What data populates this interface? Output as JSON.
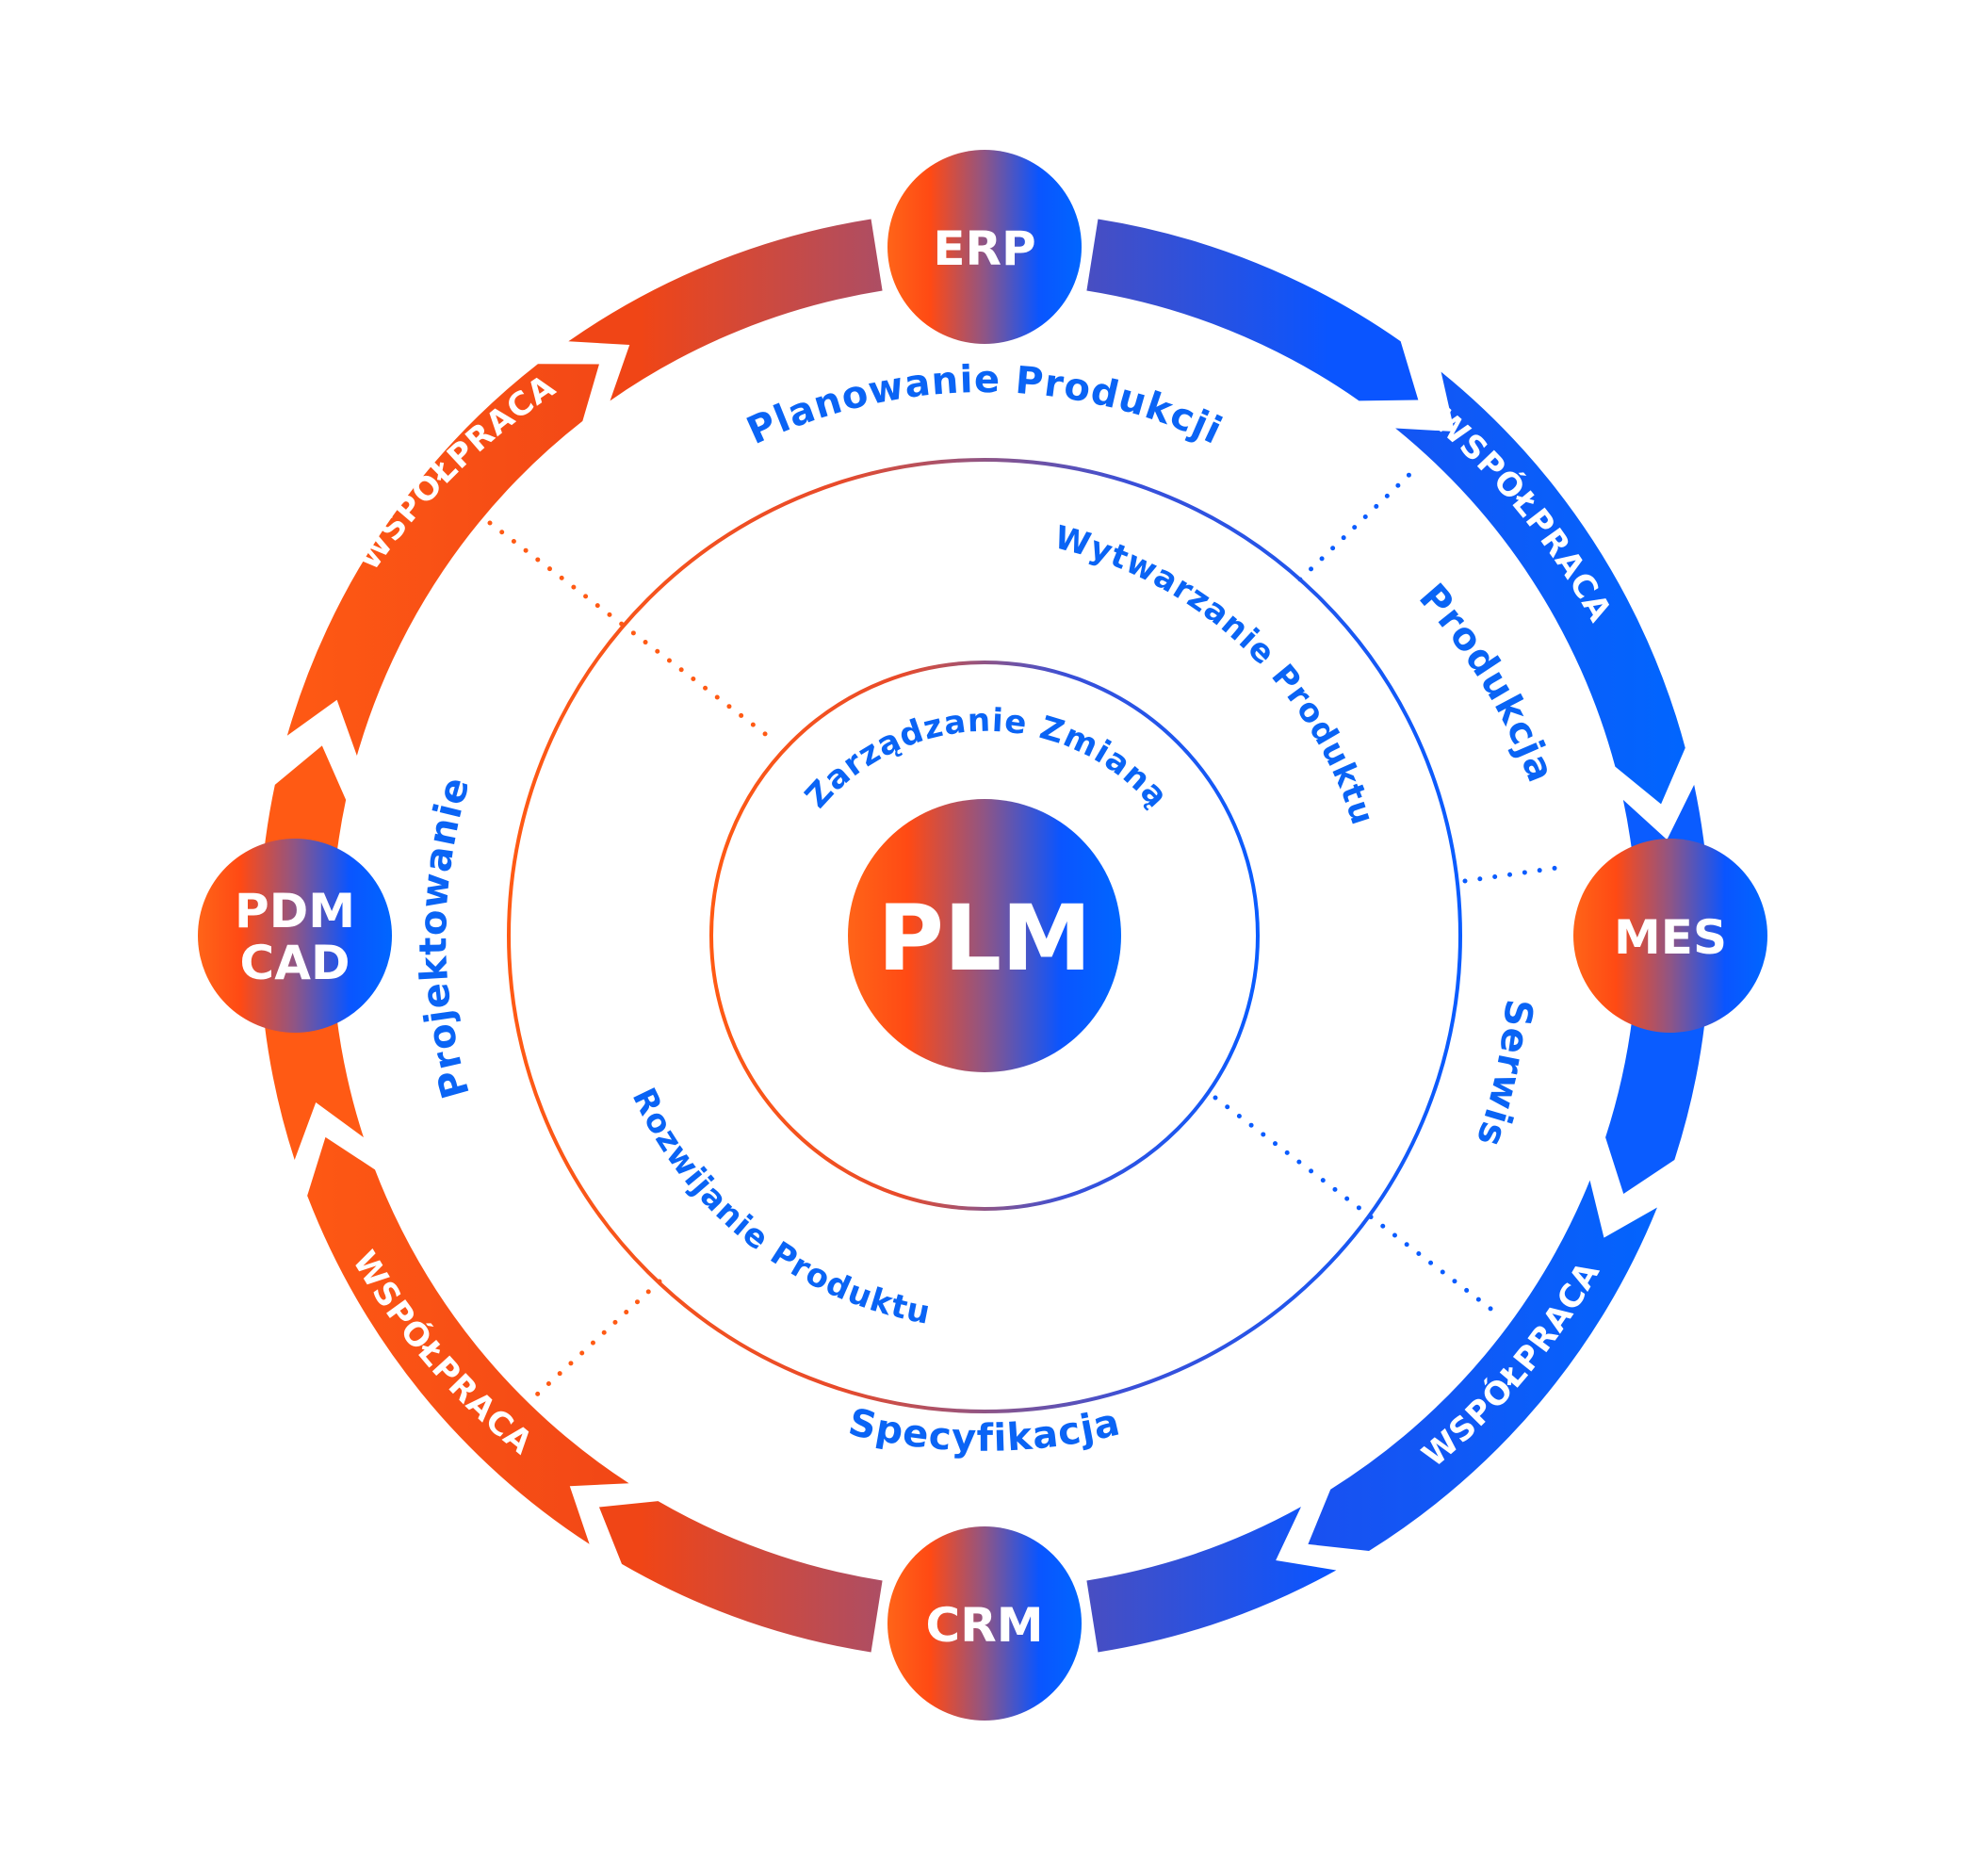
{
  "diagram": {
    "center": {
      "label": "PLM"
    },
    "nodes": [
      {
        "id": "erp",
        "label": "ERP",
        "position": "top"
      },
      {
        "id": "mes",
        "label": "MES",
        "position": "right"
      },
      {
        "id": "crm",
        "label": "CRM",
        "position": "bottom"
      },
      {
        "id": "pdm",
        "label_line1": "PDM",
        "label_line2": "CAD",
        "position": "left"
      }
    ],
    "bands": [
      {
        "id": "top-left",
        "label": "WSPÓŁPRACA"
      },
      {
        "id": "top-right",
        "label": "WSPÓŁPRACA"
      },
      {
        "id": "bottom-right",
        "label": "WSPÓŁPRACA"
      },
      {
        "id": "bottom-left",
        "label": "WSPÓŁPRACA"
      }
    ],
    "outer_labels": {
      "top": "Planowanie Produkcji",
      "right_upper": "Produkcja",
      "right_lower": "Serwis",
      "bottom": "Specyfikacja",
      "left": "Projektowanie"
    },
    "middle_labels": {
      "upper_right": "Wytwarzanie Produktu",
      "lower_left": "Rozwijanie Produktu"
    },
    "inner_labels": {
      "top": "Zarządzanie Zmianą"
    },
    "colors": {
      "orange": "#ff5a14",
      "orange_dark": "#f04516",
      "purple": "#8f5585",
      "blue": "#0a5cff",
      "blue_light": "#0066ff",
      "text_blue": "#0a64f5"
    }
  }
}
